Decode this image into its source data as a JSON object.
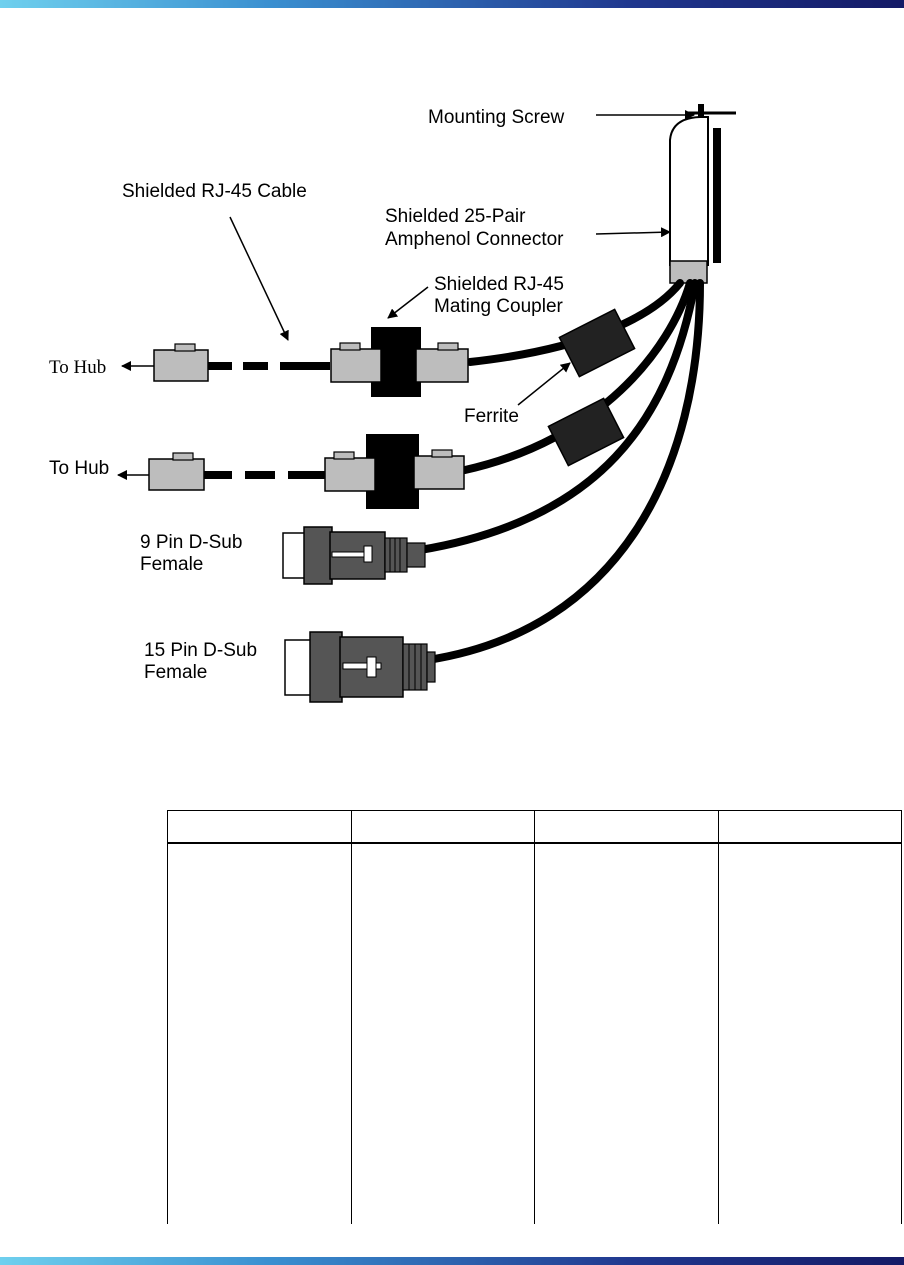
{
  "diagram": {
    "labels": {
      "mounting_screw": "Mounting Screw",
      "shielded_rj45_cable": "Shielded RJ-45 Cable",
      "amphenol_line1": "Shielded 25-Pair",
      "amphenol_line2": "Amphenol Connector",
      "coupler_line1": "Shielded RJ-45",
      "coupler_line2": "Mating Coupler",
      "ferrite": "Ferrite",
      "to_hub_1": "To Hub",
      "to_hub_2": "To Hub",
      "dsub9_line1": "9 Pin D-Sub",
      "dsub9_line2": "Female",
      "dsub15_line1": "15 Pin D-Sub",
      "dsub15_line2": "Female"
    }
  },
  "table": {
    "headers": [
      "",
      "",
      "",
      ""
    ],
    "rows": []
  }
}
